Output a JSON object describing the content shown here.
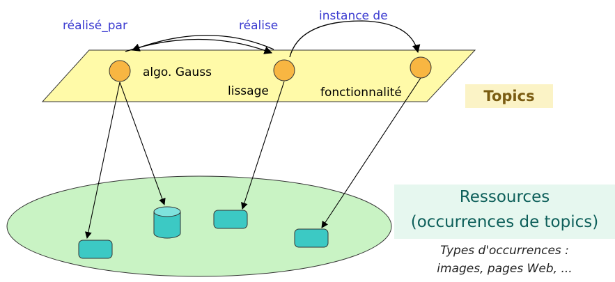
{
  "topics_plane": {
    "topics": [
      {
        "label": "algo. Gauss"
      },
      {
        "label": "lissage"
      },
      {
        "label": "fonctionnalité"
      }
    ],
    "label": "Topics"
  },
  "relations": [
    {
      "label": "réalisé_par",
      "from": "lissage",
      "to": "algo. Gauss"
    },
    {
      "label": "réalise",
      "from": "algo. Gauss",
      "to": "lissage"
    },
    {
      "label": "instance de",
      "from": "lissage",
      "to": "fonctionnalité"
    }
  ],
  "resources": {
    "title": "Ressources",
    "subtitle": "(occurrences de topics)",
    "types_line1": "Types d'occurrences :",
    "types_line2": "images, pages Web, ..."
  },
  "colors": {
    "plane_fill": "#fffaa8",
    "topic_node": "#f8b642",
    "resource_ellipse": "#c9f3c4",
    "resource_shape": "#3cc9c4",
    "relation_text": "#3b3bd0"
  }
}
